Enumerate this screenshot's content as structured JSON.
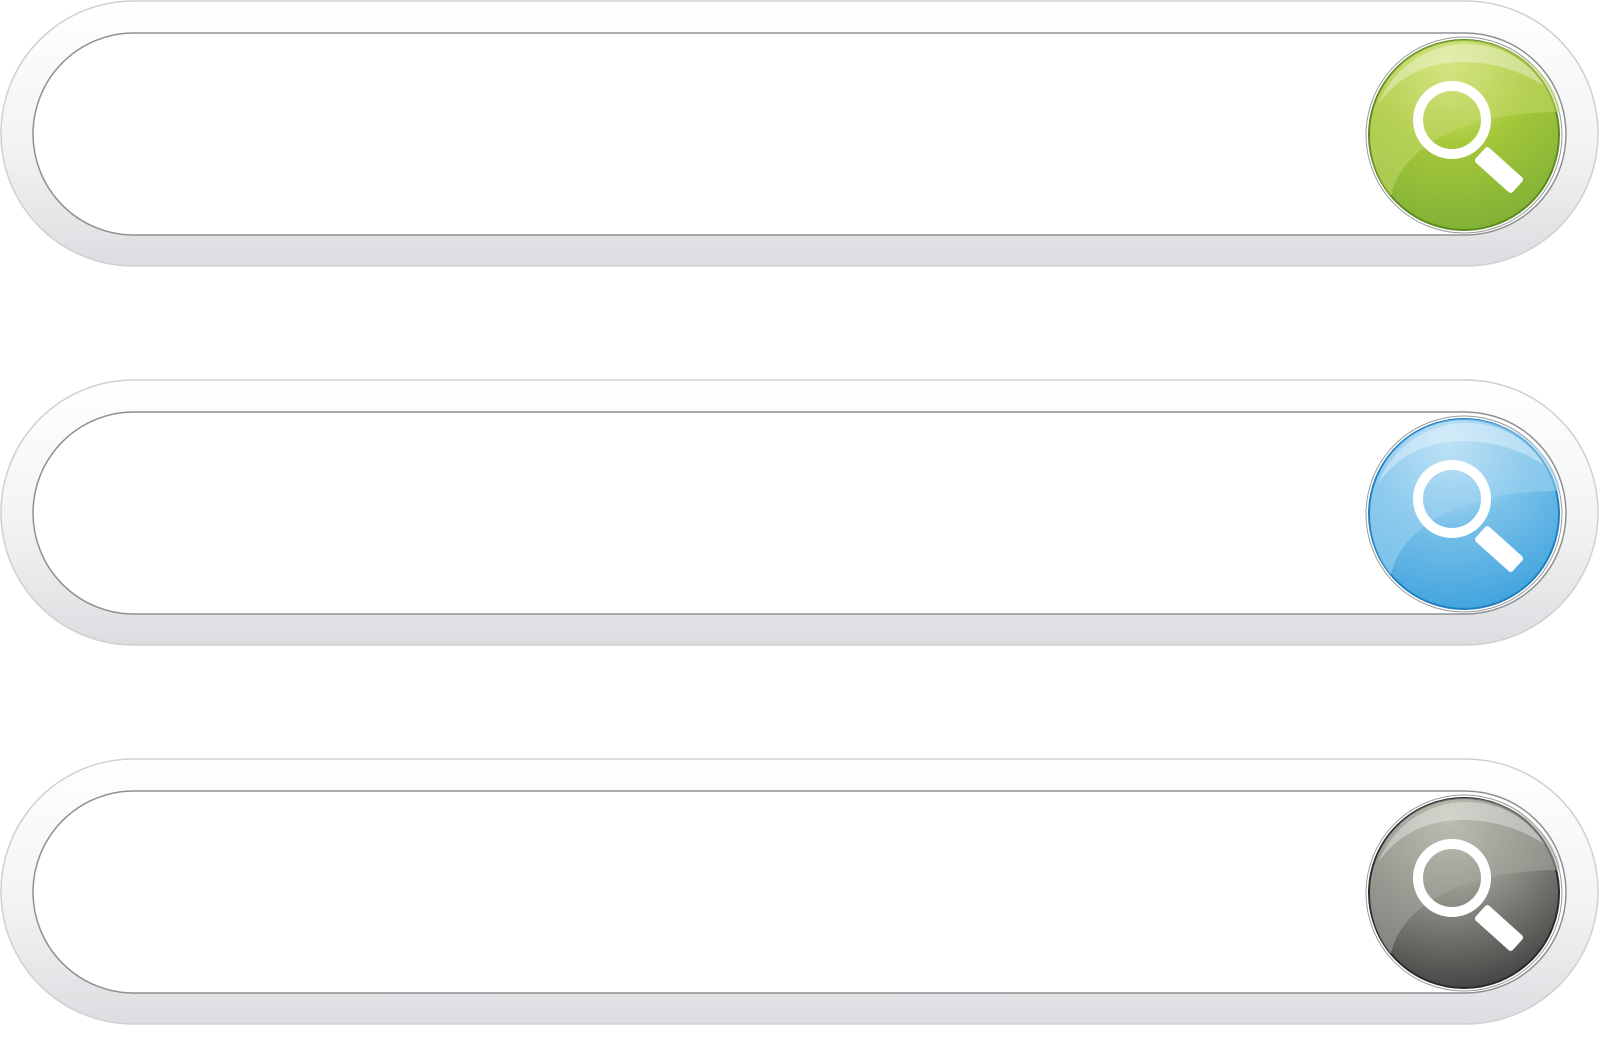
{
  "search_bars": [
    {
      "id": "green",
      "value": "",
      "placeholder": "",
      "button": {
        "icon": "magnifier-icon",
        "ring": "#5f8a1f",
        "top": "#eaf2a0",
        "mid": "#a6c83a",
        "bottom": "#7cae35",
        "gloss": "#c2d86a"
      }
    },
    {
      "id": "blue",
      "value": "",
      "placeholder": "",
      "button": {
        "icon": "magnifier-icon",
        "ring": "#1f7fc0",
        "top": "#e4f3fc",
        "mid": "#7cc2ea",
        "bottom": "#3aa0dc",
        "gloss": "#9fd3f1"
      }
    },
    {
      "id": "graphite",
      "value": "",
      "placeholder": "",
      "button": {
        "icon": "magnifier-icon",
        "ring": "#2b2b2b",
        "top": "#d7d5c6",
        "mid": "#8e8d86",
        "bottom": "#3c3c3c",
        "gloss": "#a8a7a0"
      }
    }
  ]
}
